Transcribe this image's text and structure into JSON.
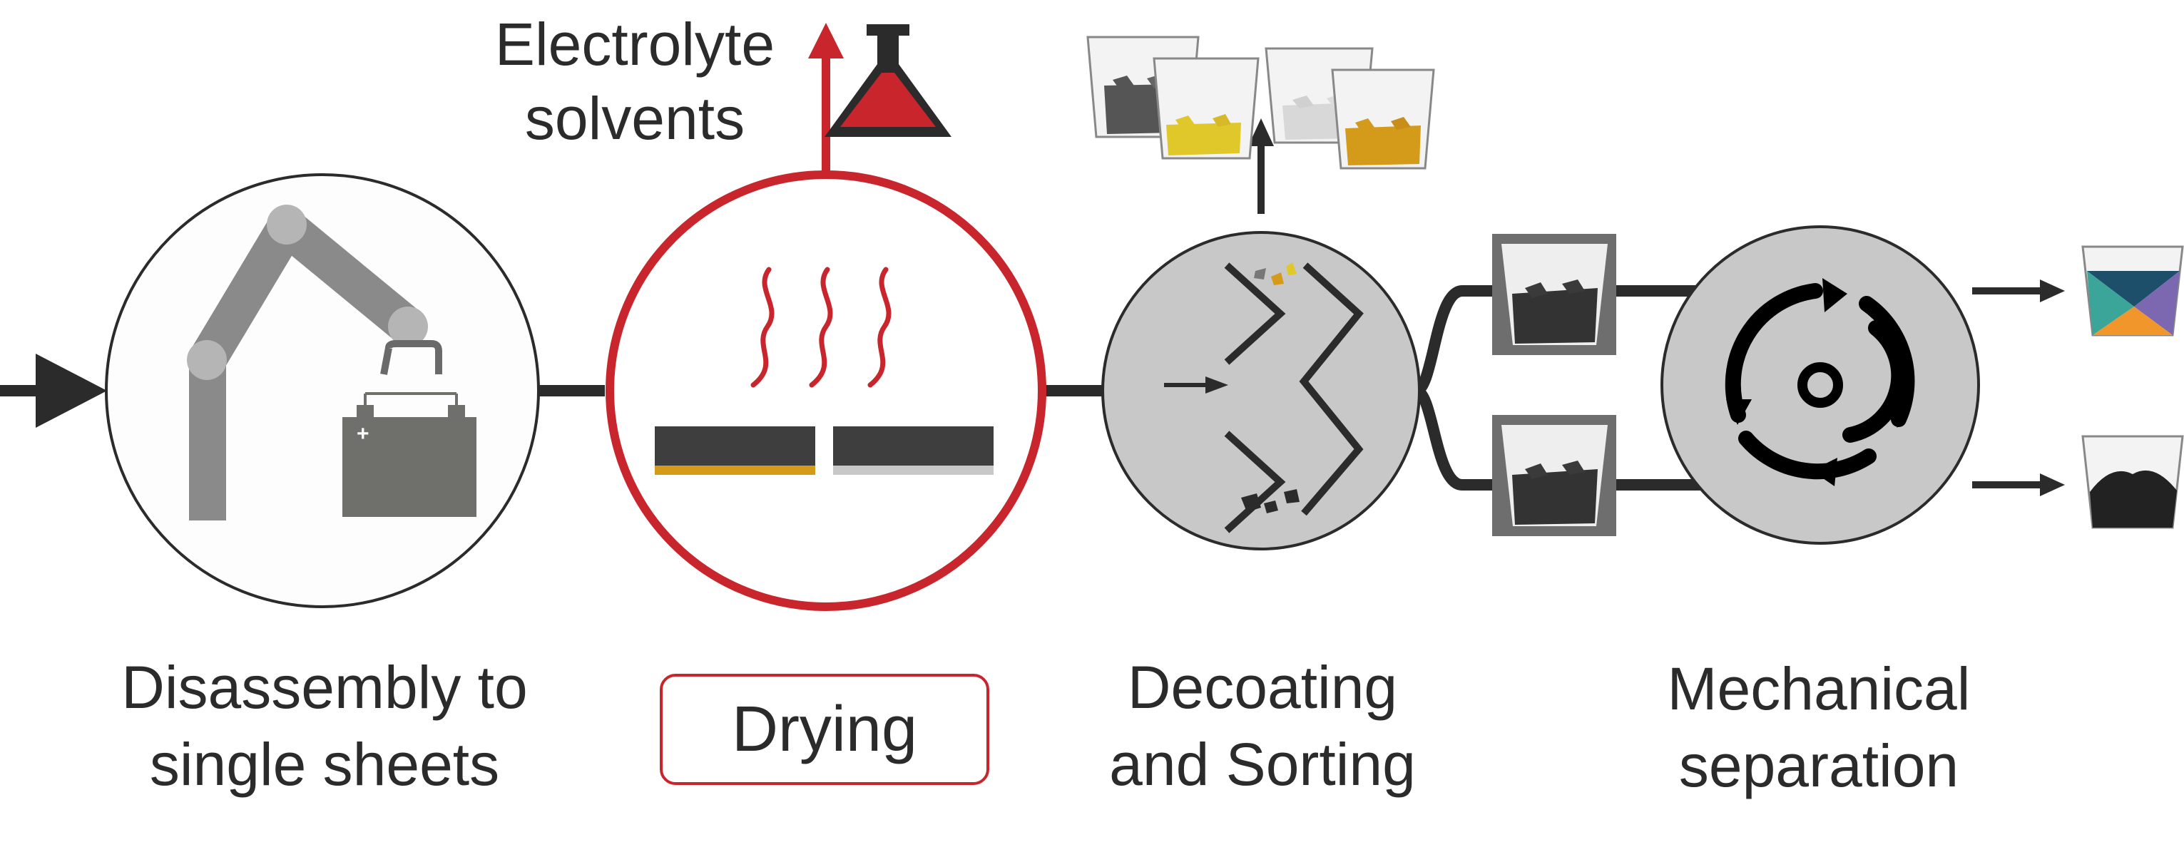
{
  "steps": {
    "disassembly": {
      "line1": "Disassembly to",
      "line2": "single sheets"
    },
    "drying": {
      "label": "Drying"
    },
    "decoating": {
      "line1": "Decoating",
      "line2": "and Sorting"
    },
    "separation": {
      "line1": "Mechanical",
      "line2": "separation"
    }
  },
  "output": {
    "line1": "Electrolyte",
    "line2": "solvents"
  },
  "colors": {
    "accent_red": "#c8252c",
    "dark": "#2b2b2b",
    "gray_node": "#c8c8c8",
    "gold": "#d49a1a",
    "yellow": "#e0c82a",
    "teal": "#3aa598",
    "navy": "#1d4e6a",
    "purple": "#7b68b0",
    "orange": "#f0962a"
  },
  "icons": [
    "robot-arm-icon",
    "battery-icon",
    "heat-waves-icon",
    "flask-icon",
    "cycle-arrows-icon"
  ]
}
